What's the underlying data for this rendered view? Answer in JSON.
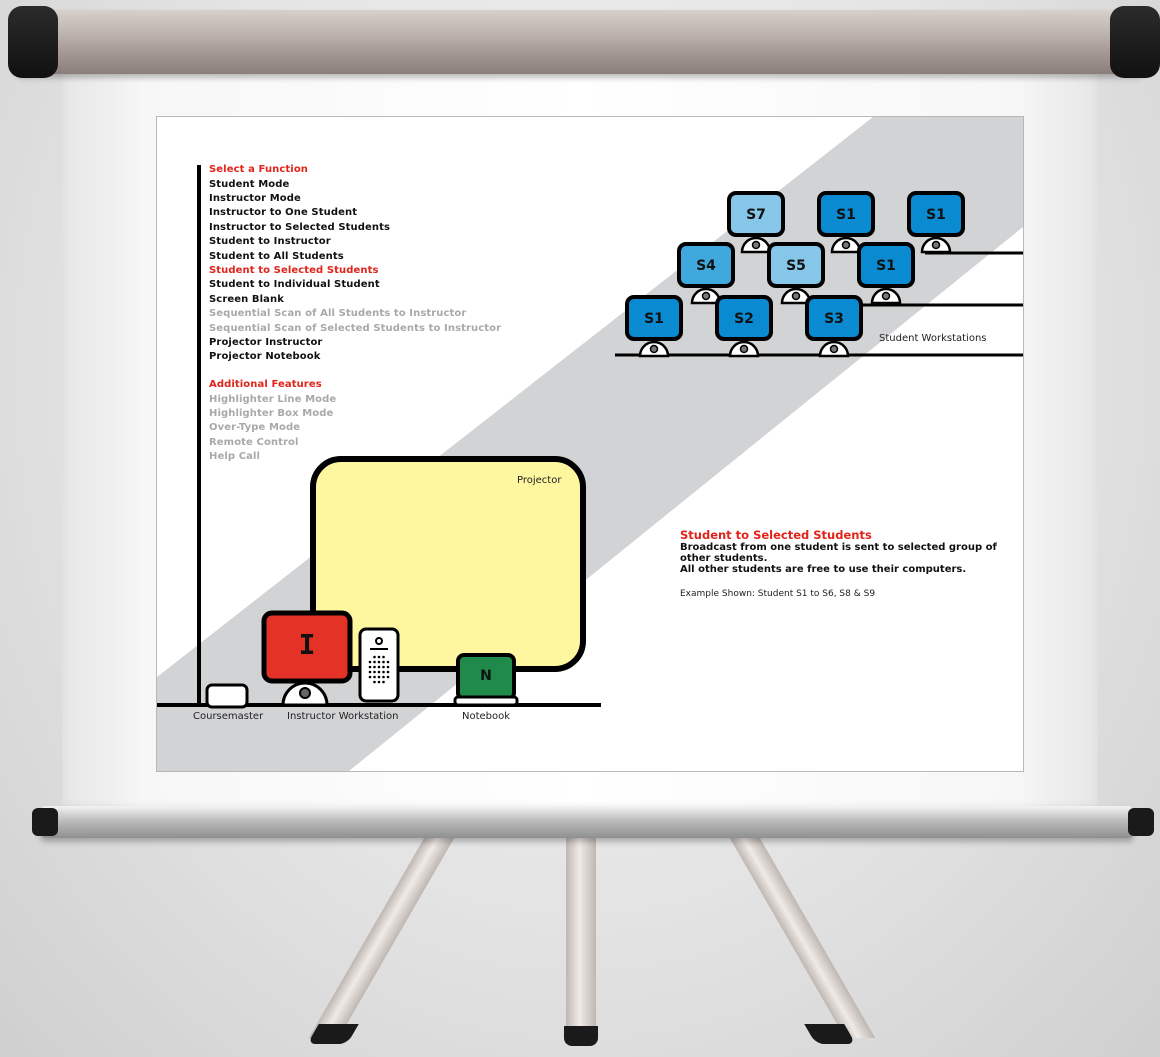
{
  "functions": {
    "heading": "Select a Function",
    "items": [
      {
        "label": "Student Mode",
        "state": "enabled"
      },
      {
        "label": "Instructor Mode",
        "state": "enabled"
      },
      {
        "label": "Instructor to One Student",
        "state": "enabled"
      },
      {
        "label": "Instructor to Selected Students",
        "state": "enabled"
      },
      {
        "label": "Student to Instructor",
        "state": "enabled"
      },
      {
        "label": "Student to All Students",
        "state": "enabled"
      },
      {
        "label": "Student to Selected Students",
        "state": "active"
      },
      {
        "label": "Student to Individual Student",
        "state": "enabled"
      },
      {
        "label": "Screen Blank",
        "state": "enabled"
      },
      {
        "label": "Sequential Scan of All Students to Instructor",
        "state": "disabled"
      },
      {
        "label": "Sequential Scan of Selected Students to Instructor",
        "state": "disabled"
      },
      {
        "label": "Projector Instructor",
        "state": "enabled"
      },
      {
        "label": "Projector Notebook",
        "state": "enabled"
      }
    ]
  },
  "features": {
    "heading": "Additional Features",
    "items": [
      {
        "label": "Highlighter Line Mode",
        "state": "disabled"
      },
      {
        "label": "Highlighter Box Mode",
        "state": "disabled"
      },
      {
        "label": "Over-Type Mode",
        "state": "disabled"
      },
      {
        "label": "Remote Control",
        "state": "disabled"
      },
      {
        "label": "Help Call",
        "state": "disabled"
      }
    ]
  },
  "workstations": {
    "row1": [
      "S7",
      "S1",
      "S1"
    ],
    "row2": [
      "S4",
      "S5",
      "S1"
    ],
    "row3": [
      "S1",
      "S2",
      "S3"
    ],
    "row1_shades": [
      "light",
      "dark",
      "dark"
    ],
    "row2_shades": [
      "medium",
      "light",
      "dark"
    ],
    "row3_shades": [
      "dark",
      "dark",
      "dark"
    ],
    "label": "Student Workstations"
  },
  "devices": {
    "projector_label": "Projector",
    "instructor_letter": "I",
    "notebook_letter": "N",
    "coursemaster_label": "Coursemaster",
    "instructor_label": "Instructor Workstation",
    "notebook_label": "Notebook"
  },
  "description": {
    "title": "Student to Selected Students",
    "line1": "Broadcast from one student is sent to selected group of",
    "line2": "other students.",
    "line3": "All other students are free to use their computers.",
    "example": "Example Shown: Student S1 to S6, S8 & S9"
  },
  "colors": {
    "accent_red": "#e2231a",
    "disabled_gray": "#a9a9a9",
    "band_gray": "#d2d3d5",
    "screen_light": "#86c6e8",
    "screen_medium": "#3fa9dd",
    "screen_dark": "#0a8ad0",
    "projector_yellow": "#fff6a0",
    "instructor_red": "#e53226",
    "notebook_green": "#1f8a4a"
  }
}
